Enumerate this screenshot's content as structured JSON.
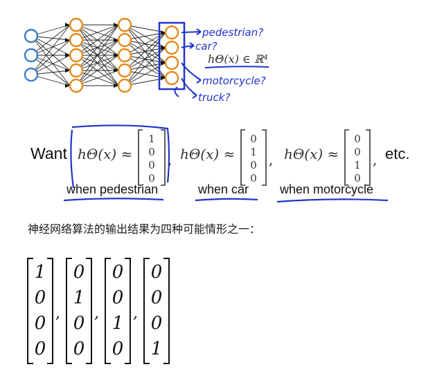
{
  "network": {
    "input_count": 3,
    "hidden_layers": [
      5,
      5
    ],
    "output_count": 4,
    "output_labels": [
      "pedestrian?",
      "car?",
      "motorcycle?",
      "truck?"
    ],
    "output_math": "hΘ(x) ∈ ℝ⁴",
    "colors": {
      "input": "#3a7ec8",
      "hidden": "#e58a1a",
      "box": "#2233cc",
      "handwriting": "#2233cc"
    }
  },
  "equation": {
    "want": "Want",
    "end": "etc.",
    "cases": [
      {
        "label": "when pedestrian",
        "lhs": "hΘ(x) ≈",
        "vector": [
          "1",
          "0",
          "0",
          "0"
        ]
      },
      {
        "label": "when car",
        "lhs": "hΘ(x) ≈",
        "vector": [
          "0",
          "1",
          "0",
          "0"
        ]
      },
      {
        "label": "when motorcycle",
        "lhs": "hΘ(x) ≈",
        "vector": [
          "0",
          "0",
          "1",
          "0"
        ]
      }
    ]
  },
  "caption": "神经网络算法的输出结果为四种可能情形之一：",
  "vectors": [
    [
      "1",
      "0",
      "0",
      "0"
    ],
    [
      "0",
      "1",
      "0",
      "0"
    ],
    [
      "0",
      "0",
      "1",
      "0"
    ],
    [
      "0",
      "0",
      "0",
      "1"
    ]
  ]
}
